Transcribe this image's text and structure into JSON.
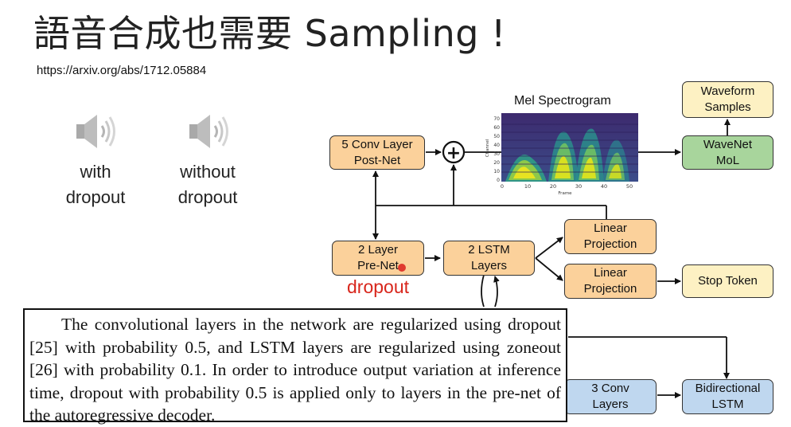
{
  "slide": {
    "title": "語音合成也需要 Sampling !",
    "url": "https://arxiv.org/abs/1712.05884"
  },
  "audio": [
    {
      "label_line1": "with",
      "label_line2": "dropout"
    },
    {
      "label_line1": "without",
      "label_line2": "dropout"
    }
  ],
  "diagram": {
    "mel_title": "Mel Spectrogram",
    "blocks": {
      "waveform_samples": {
        "line1": "Waveform",
        "line2": "Samples"
      },
      "wavenet_mol": {
        "line1": "WaveNet",
        "line2": "MoL"
      },
      "postnet": {
        "line1": "5 Conv Layer",
        "line2": "Post-Net"
      },
      "prenet": {
        "line1": "2 Layer",
        "line2": "Pre-Net"
      },
      "lstm": {
        "line1": "2 LSTM",
        "line2": "Layers"
      },
      "linear1": {
        "line1": "Linear",
        "line2": "Projection"
      },
      "linear2": {
        "line1": "Linear",
        "line2": "Projection"
      },
      "stop_token": {
        "line1": "Stop Token"
      },
      "conv3": {
        "line1": "3 Conv",
        "line2": "Layers"
      },
      "bilstm": {
        "line1": "Bidirectional",
        "line2": "LSTM"
      }
    },
    "plus_symbol": "+",
    "axis": {
      "x_ticks": [
        "0",
        "10",
        "20",
        "30",
        "40",
        "50"
      ],
      "y_ticks": [
        "70",
        "60",
        "50",
        "40",
        "30",
        "20",
        "10",
        "0"
      ],
      "x_label": "Frame",
      "y_label": "Channel"
    },
    "dropout_label": "dropout"
  },
  "quote": {
    "text": "The convolutional layers in the network are regularized using dropout [25] with probability 0.5, and LSTM layers are regularized using zoneout [26] with probability 0.1. In order to introduce output variation at inference time, dropout with probability 0.5 is applied only to layers in the pre-net of the autoregressive decoder."
  },
  "colors": {
    "orange_block": "#fbd19b",
    "yellow_block": "#fdf1c3",
    "green_block": "#a8d59c",
    "blue_block": "#bfd7ef",
    "dropout_text": "#d8261c"
  }
}
